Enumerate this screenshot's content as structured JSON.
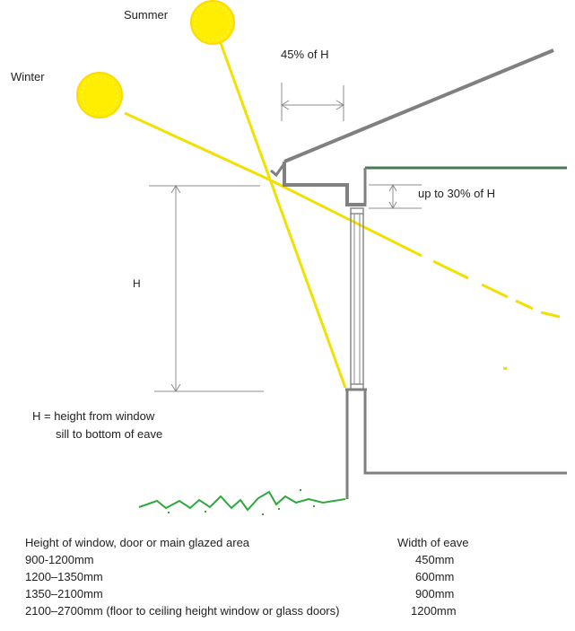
{
  "labels": {
    "summer": "Summer",
    "winter": "Winter",
    "eave_width": "45% of H",
    "eave_drop": "up to 30% of H",
    "h": "H",
    "h_def_line1": "H = height from window",
    "h_def_line2": "sill to bottom of eave"
  },
  "table": {
    "header_left": "Height of window, door or main glazed area",
    "header_right": "Width of eave",
    "rows": [
      {
        "height": "900-1200mm",
        "width": "450mm"
      },
      {
        "height": "1200–1350mm",
        "width": "600mm"
      },
      {
        "height": "1350–2100mm",
        "width": "900mm"
      },
      {
        "height": "2100–2700mm (floor to ceiling height window or glass doors)",
        "width": "1200mm"
      }
    ]
  },
  "colors": {
    "sun": "#ffee00",
    "sun_ray": "#f2e000",
    "structure": "#808080",
    "green_roof": "#4a7a52",
    "grass": "#2fa83f",
    "dimension": "#8c8c8c"
  }
}
